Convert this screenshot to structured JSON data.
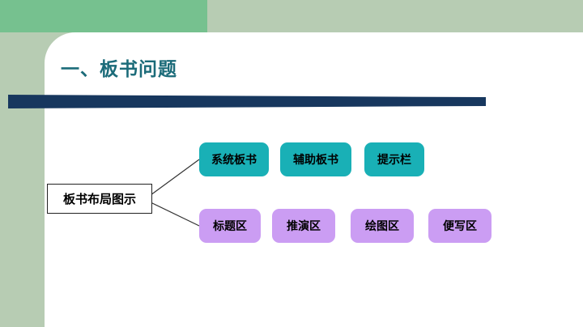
{
  "slide": {
    "title": "一、板书问题"
  },
  "diagram": {
    "root_label": "板书布局图示",
    "top_row": [
      "系统板书",
      "辅助板书",
      "提示栏"
    ],
    "bottom_row": [
      "标题区",
      "推演区",
      "绘图区",
      "便写区"
    ]
  },
  "colors": {
    "slide_background": "#b7ccb3",
    "accent_green": "#76c18f",
    "content_background": "#ffffff",
    "title_text": "#1b6b79",
    "divider_bar": "#17375e",
    "top_row_fill": "#19b0b6",
    "bottom_row_fill": "#cb9df3",
    "node_text": "#000000"
  }
}
